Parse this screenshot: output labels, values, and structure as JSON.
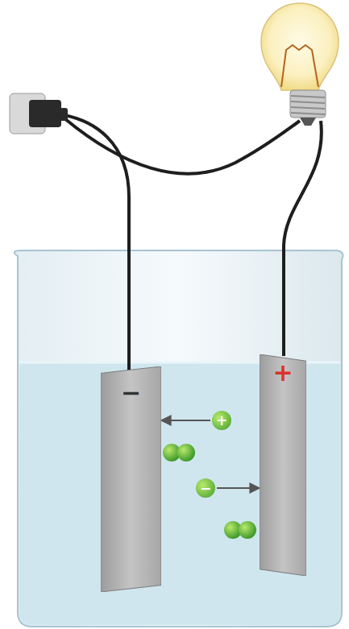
{
  "diagram": {
    "nodes": [
      {
        "text": [
          "−"
        ]
      },
      {
        "text": [
          "+"
        ]
      },
      {
        "text": [
          "+"
        ]
      },
      {
        "text": [
          "−"
        ]
      }
    ],
    "edges": [
      {
        "from": 2,
        "to": 0,
        "arrow": "to"
      },
      {
        "from": 3,
        "to": 1,
        "arrow": "to"
      }
    ]
  }
}
